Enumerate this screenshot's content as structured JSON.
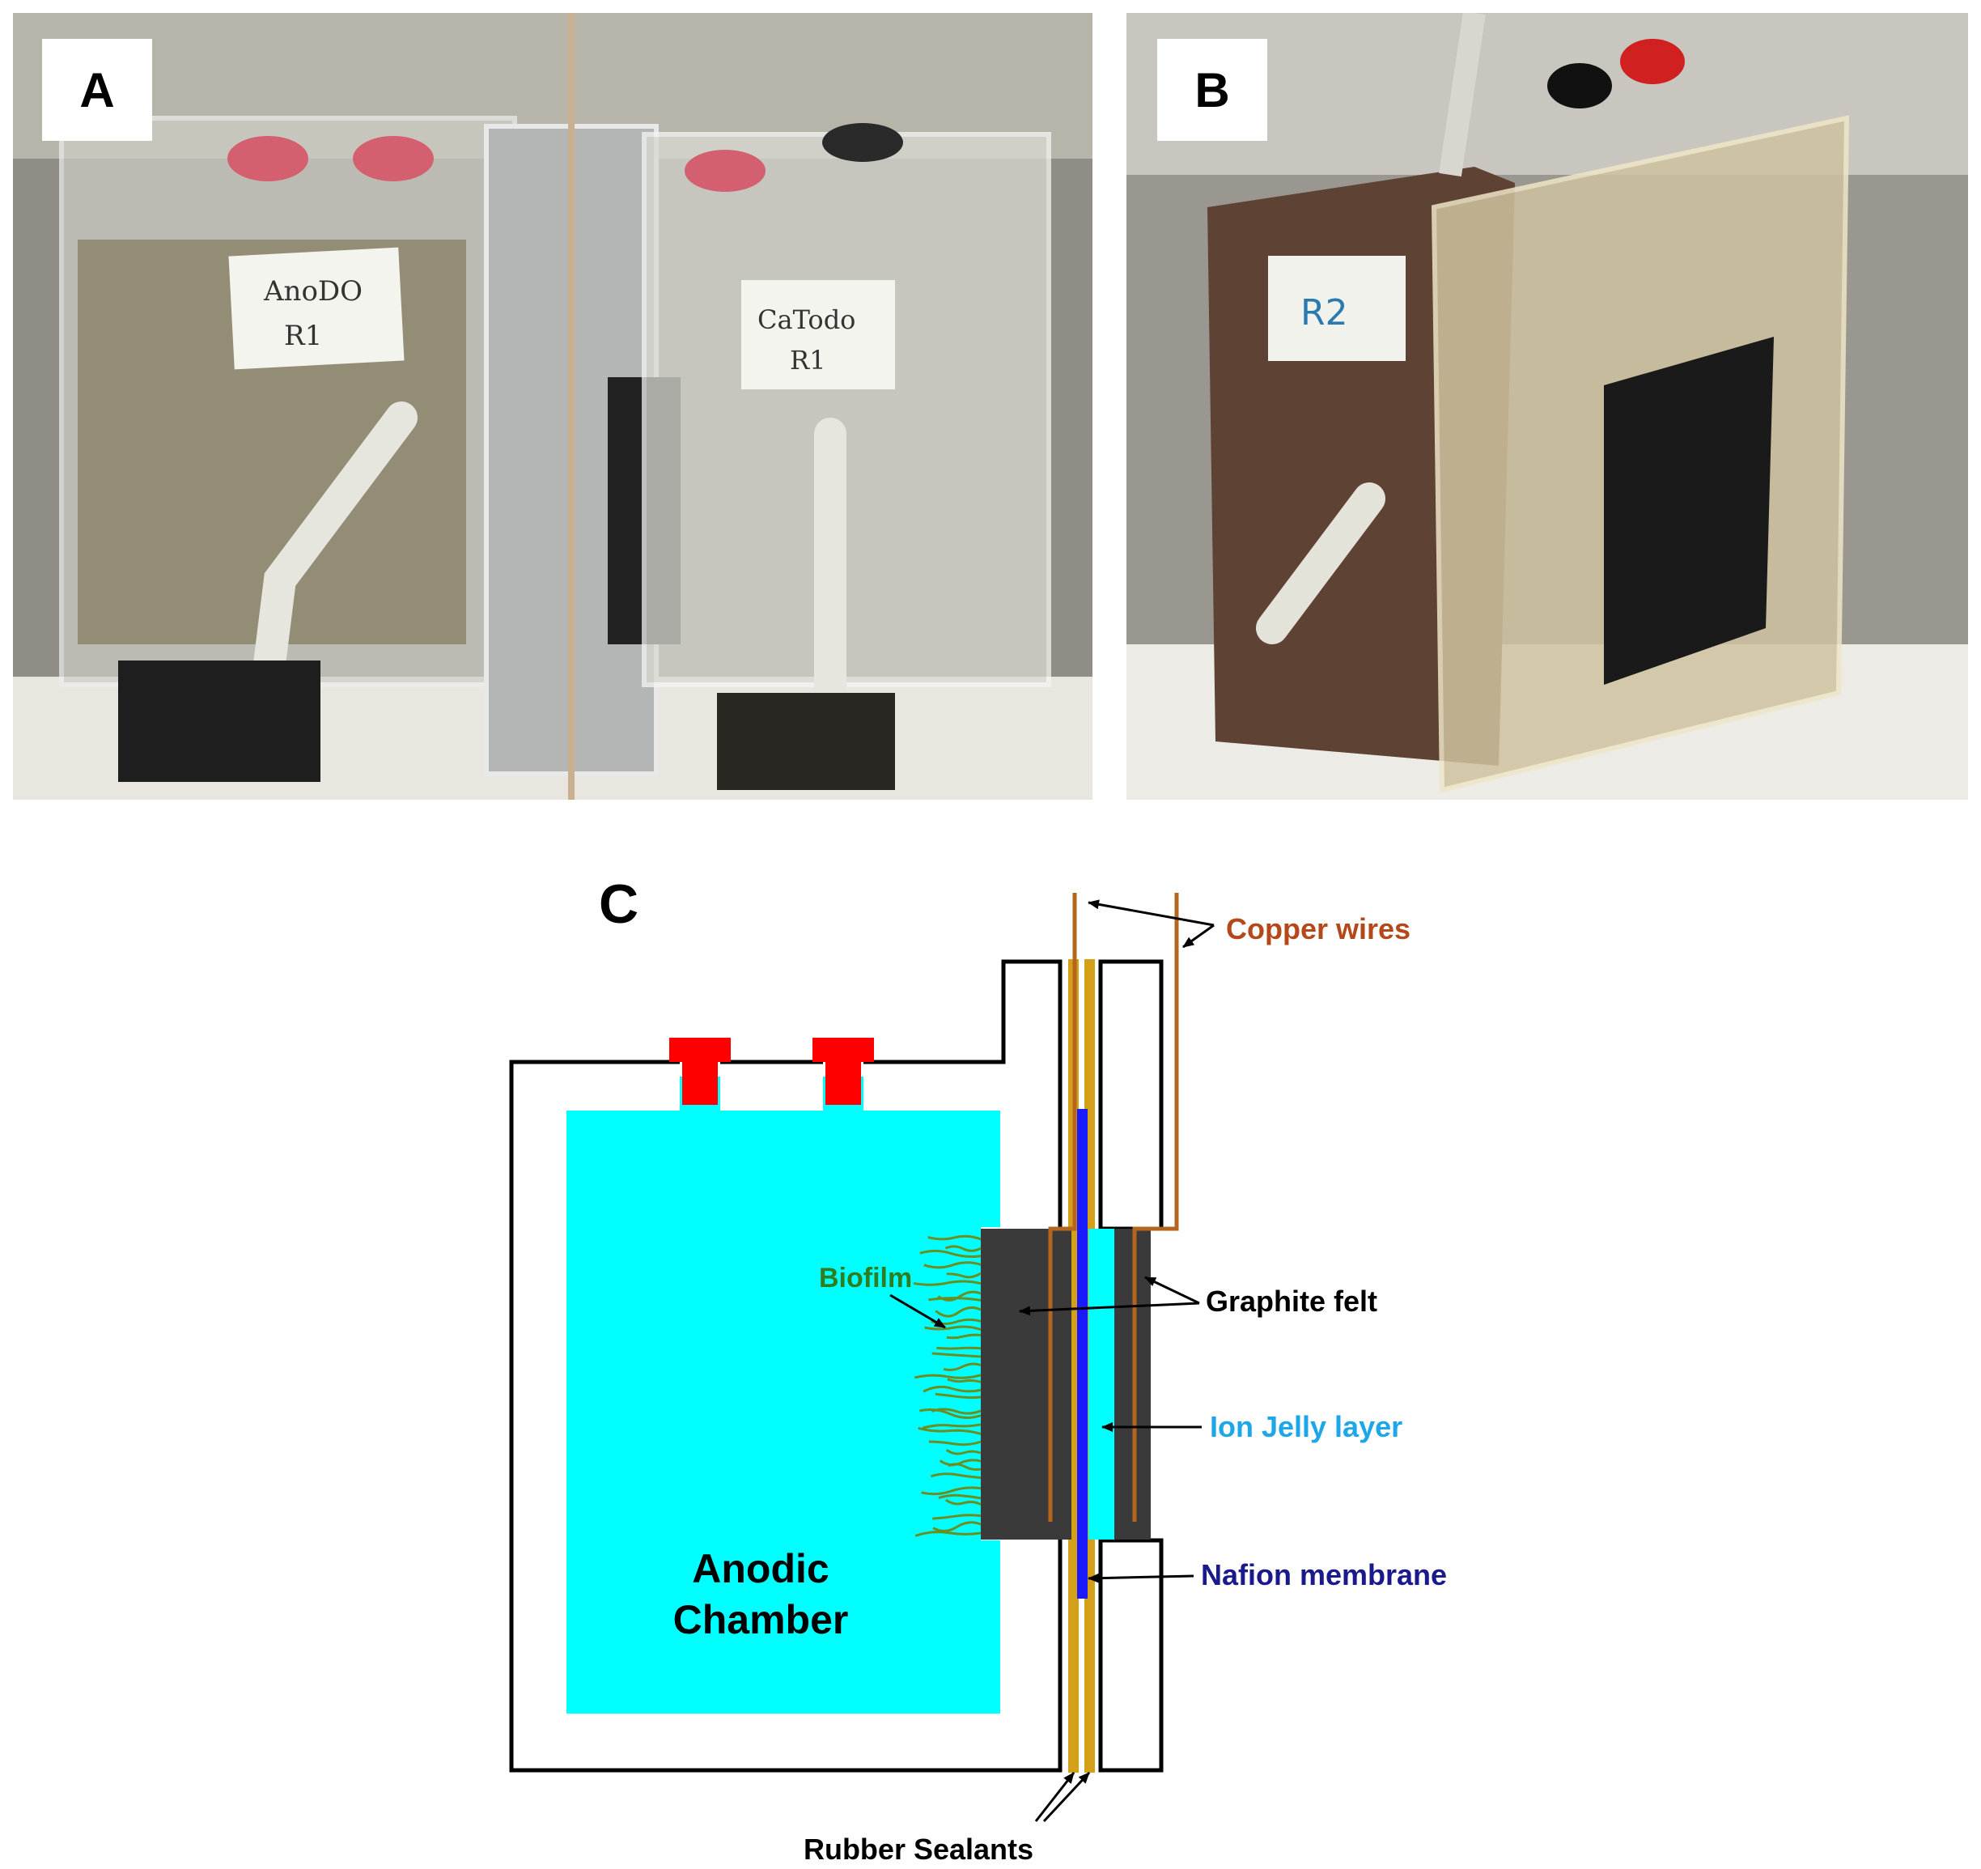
{
  "panels": {
    "a": {
      "letter": "A",
      "anode_label": [
        "AnoDO",
        "R1"
      ],
      "cathode_label": [
        "CaTodo",
        "R1"
      ]
    },
    "b": {
      "letter": "B",
      "reactor_label": "R2"
    },
    "c": {
      "letter": "C"
    }
  },
  "diagram": {
    "chamber_label_line1": "Anodic",
    "chamber_label_line2": "Chamber",
    "labels": {
      "copper_wires": "Copper wires",
      "biofilm": "Biofilm",
      "graphite_felt": "Graphite felt",
      "ion_jelly": "Ion Jelly layer",
      "nafion": "Nafion membrane",
      "rubber_sealants": "Rubber Sealants"
    },
    "colors": {
      "chamber_fill": "#00ffff",
      "stopper": "#ff0000",
      "copper": "#b5651d",
      "copper_text": "#b5481b",
      "biofilm_text": "#2e7d1f",
      "biofilm_fibers": "#6b8e23",
      "graphite": "#3a3a3a",
      "ion_jelly_text": "#1ea7e8",
      "nafion_text": "#1a1a8c",
      "nafion": "#1a1aff",
      "sealant": "#d4a017"
    }
  }
}
